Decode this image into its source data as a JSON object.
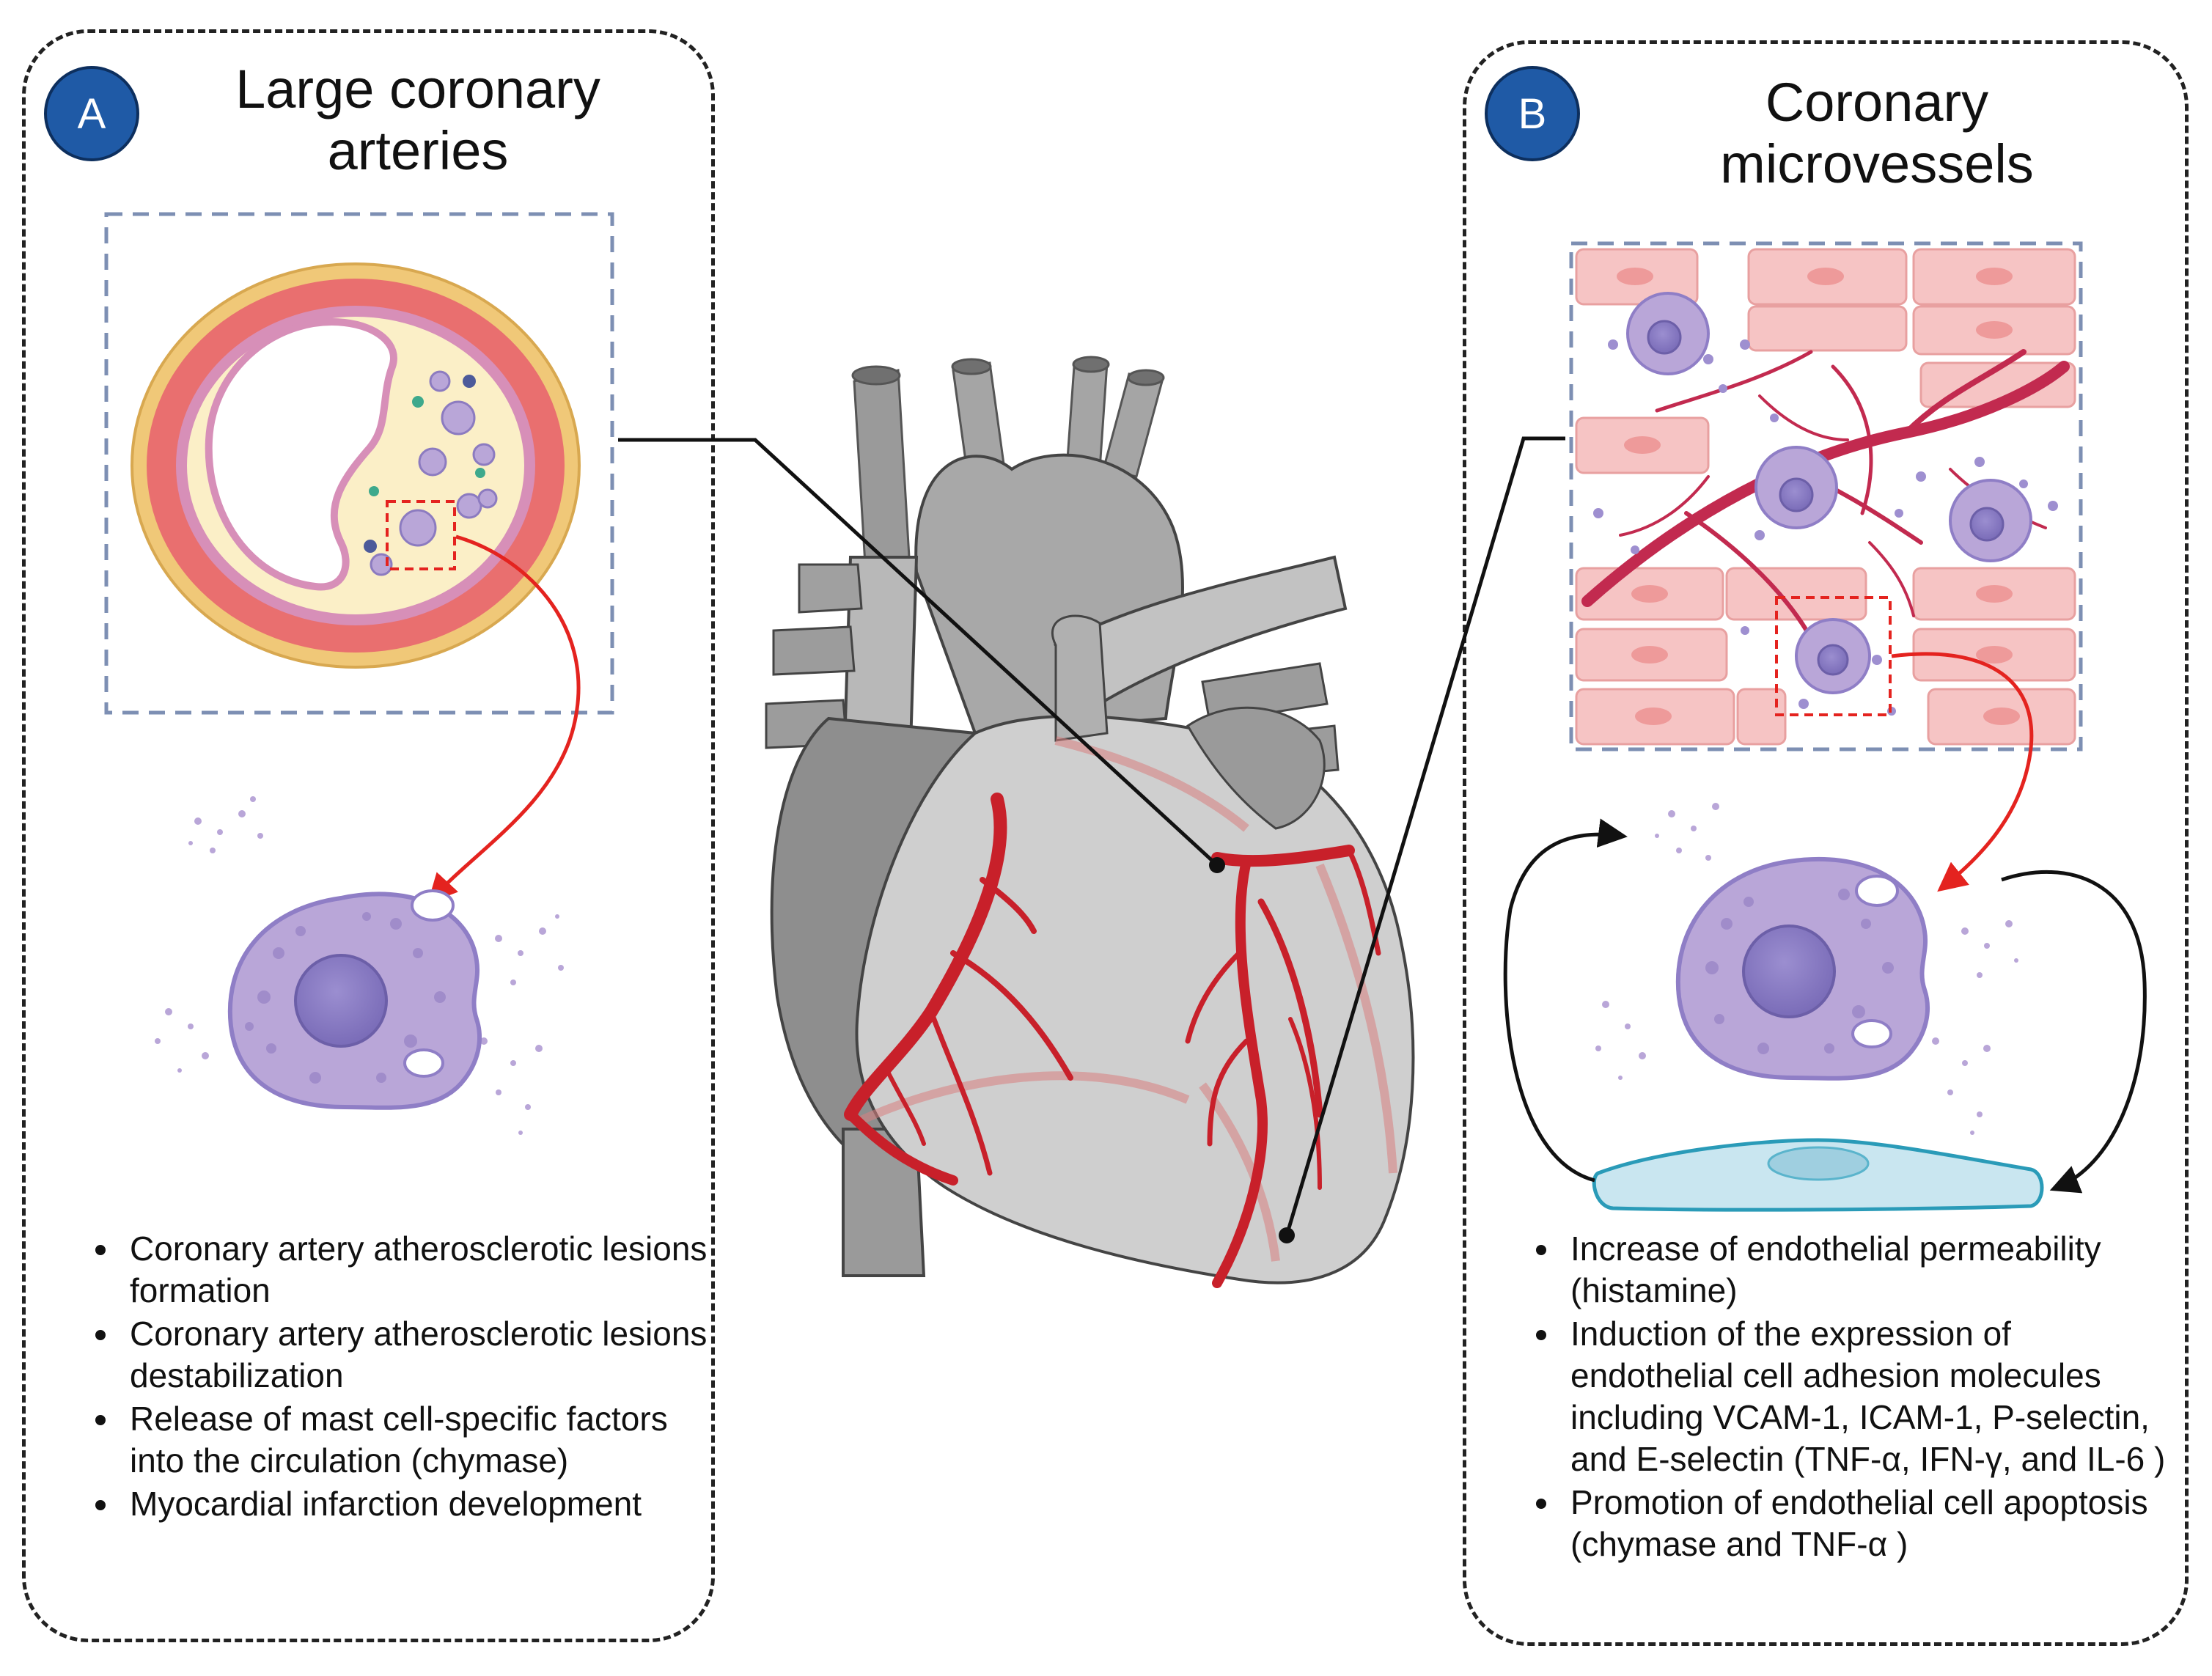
{
  "panel_a": {
    "badge": "A",
    "title_line1": "Large coronary",
    "title_line2": "arteries",
    "bullets": [
      "Coronary artery atherosclerotic lesions formation",
      "Coronary artery atherosclerotic lesions destabilization",
      "Release of mast cell-specific factors into the circulation (chymase)",
      "Myocardial infarction development"
    ]
  },
  "panel_b": {
    "badge": "B",
    "title_line1": "Coronary",
    "title_line2": "microvessels",
    "bullets": [
      "Increase of endothelial permeability (histamine)",
      "Induction of the expression of endothelial cell adhesion molecules including VCAM-1, ICAM-1, P-selectin, and E-selectin (TNF-α, IFN-γ, and IL-6 )",
      "Promotion of endothelial cell apoptosis (chymase and TNF-α )"
    ]
  },
  "colors": {
    "badge": "#1f5aa6",
    "mast_cell": "#b9a6d8",
    "artery_red": "#c8202a",
    "arrow_red": "#e4231f",
    "endothelial": "#c9e6f0",
    "heart_gray": "#a8a8a8"
  }
}
